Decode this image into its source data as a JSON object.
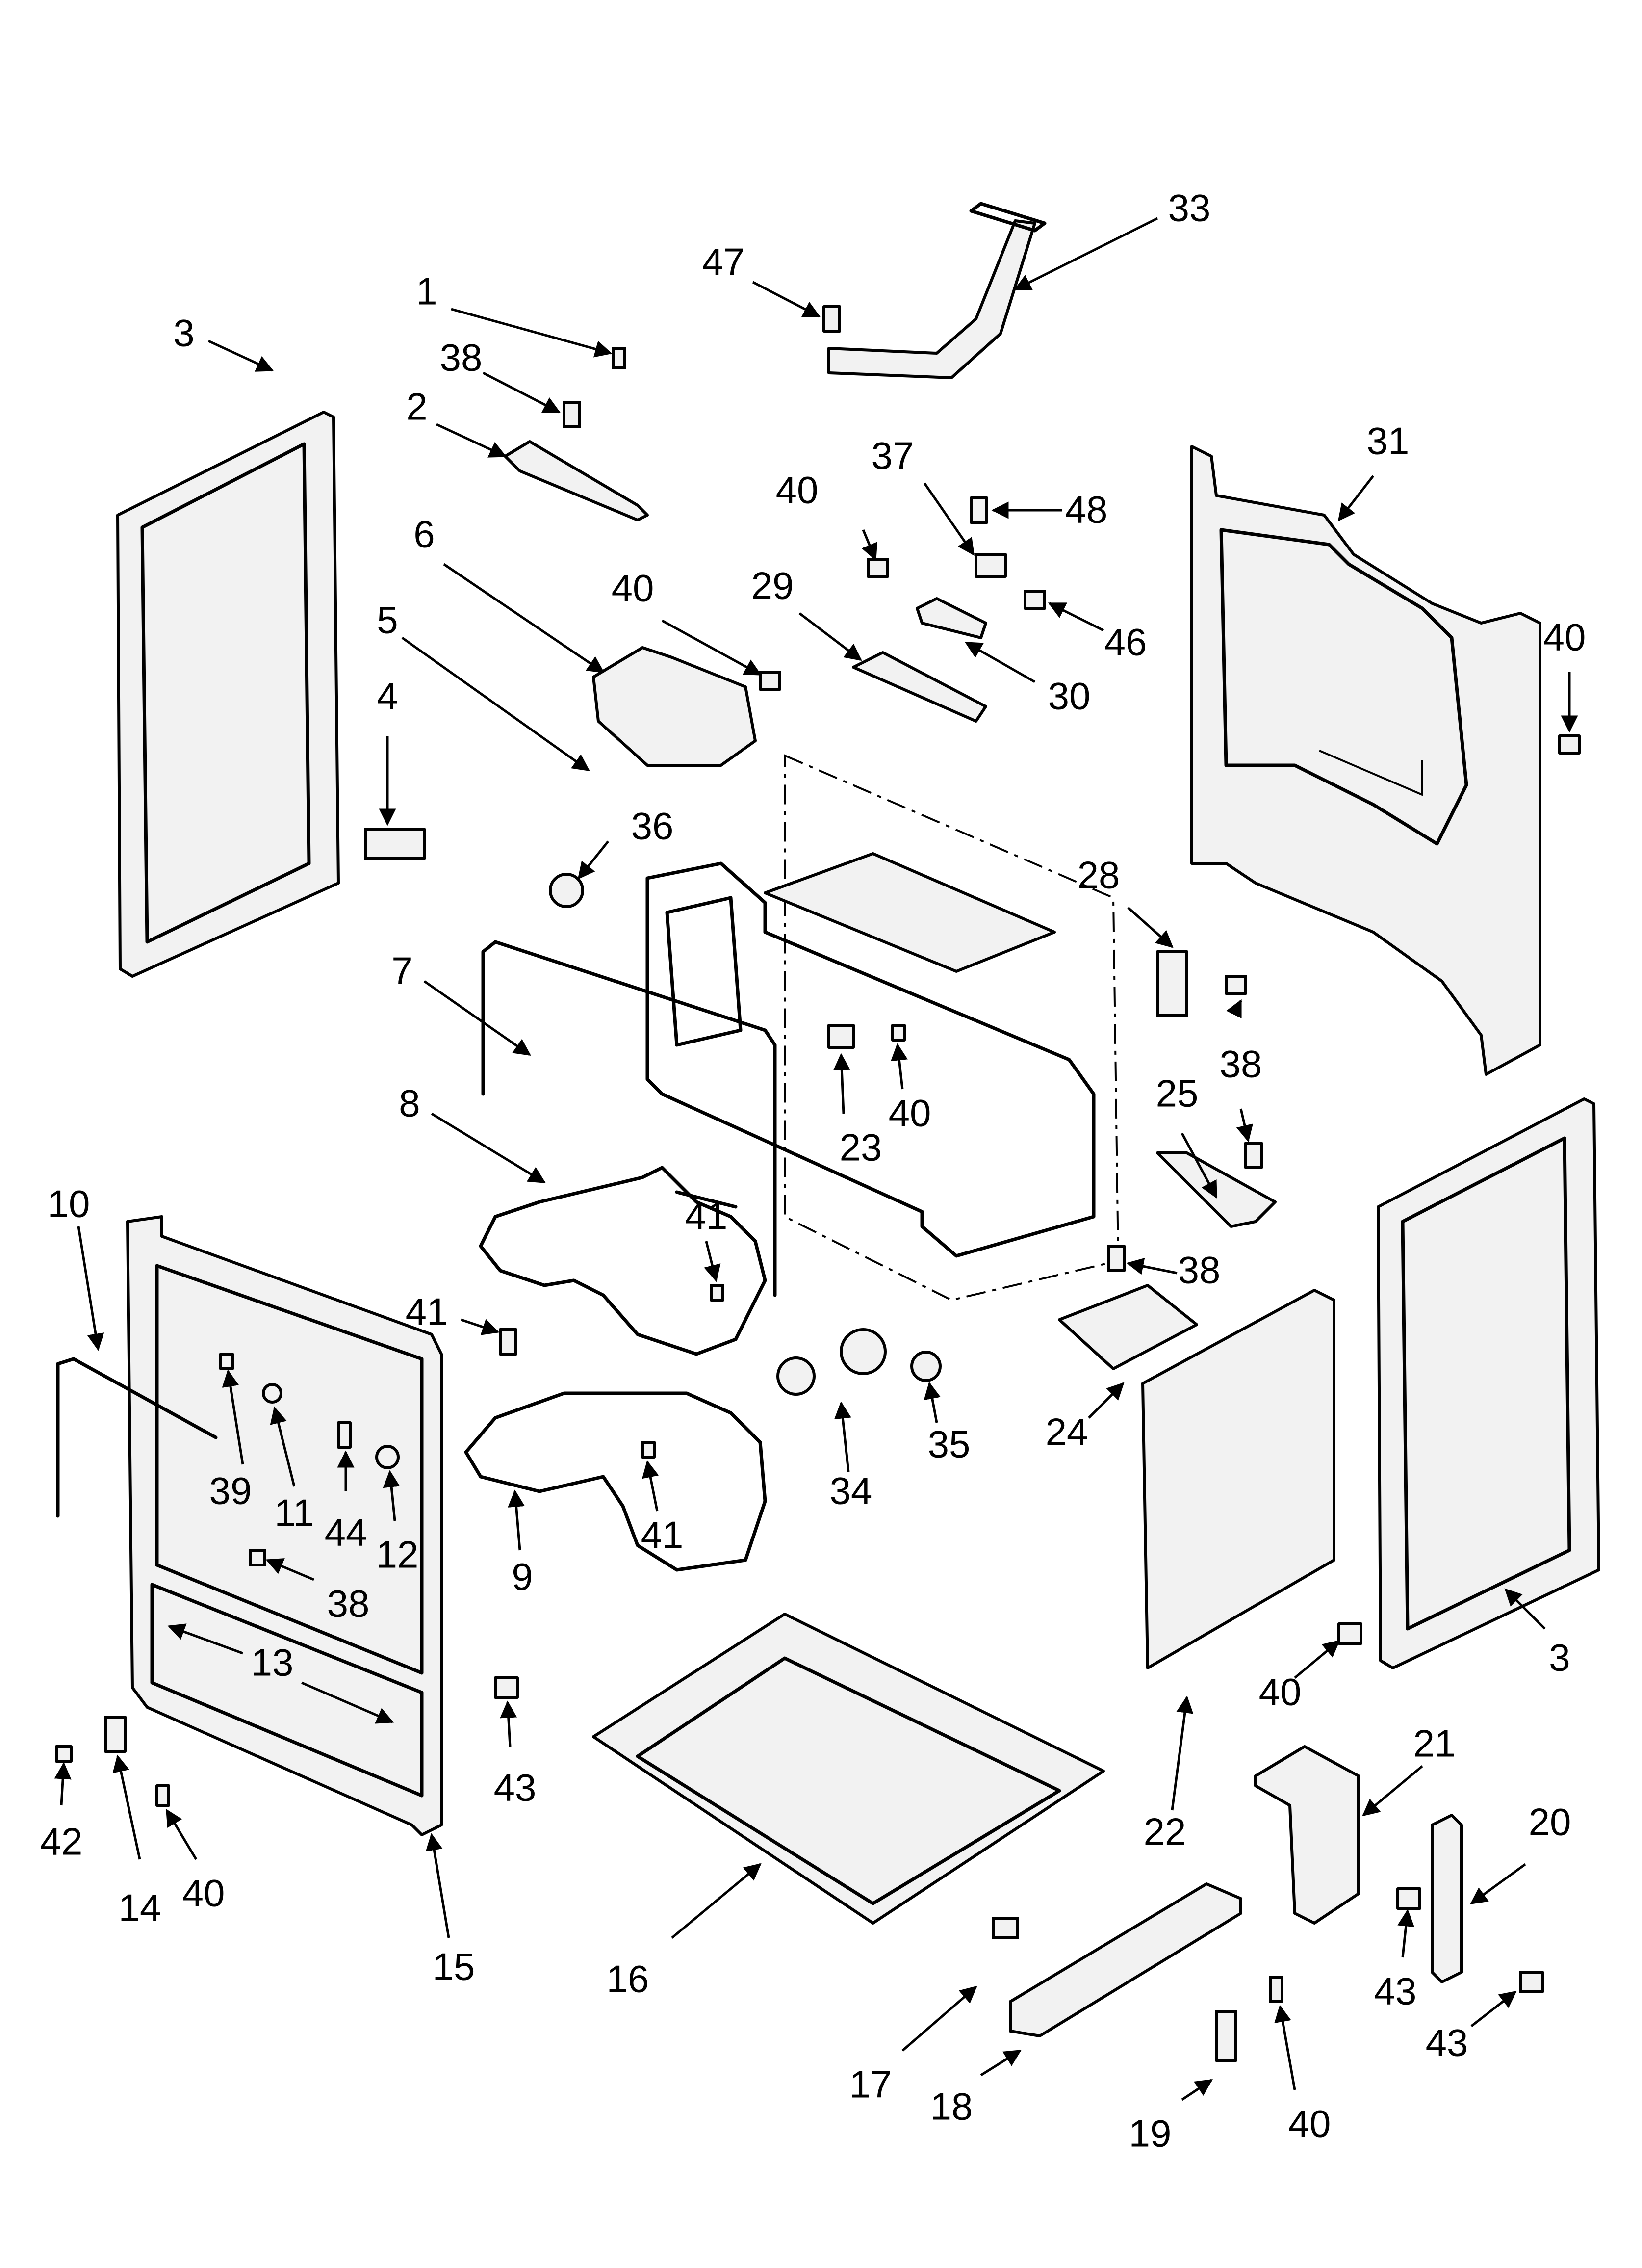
{
  "diagram": {
    "callouts": [
      {
        "id": "c1",
        "label": "1"
      },
      {
        "id": "c2",
        "label": "2"
      },
      {
        "id": "c3a",
        "label": "3"
      },
      {
        "id": "c3b",
        "label": "3"
      },
      {
        "id": "c4",
        "label": "4"
      },
      {
        "id": "c5",
        "label": "5"
      },
      {
        "id": "c6",
        "label": "6"
      },
      {
        "id": "c7",
        "label": "7"
      },
      {
        "id": "c8",
        "label": "8"
      },
      {
        "id": "c9",
        "label": "9"
      },
      {
        "id": "c10",
        "label": "10"
      },
      {
        "id": "c11",
        "label": "11"
      },
      {
        "id": "c12",
        "label": "12"
      },
      {
        "id": "c13",
        "label": "13"
      },
      {
        "id": "c14",
        "label": "14"
      },
      {
        "id": "c15",
        "label": "15"
      },
      {
        "id": "c16",
        "label": "16"
      },
      {
        "id": "c17",
        "label": "17"
      },
      {
        "id": "c18",
        "label": "18"
      },
      {
        "id": "c19",
        "label": "19"
      },
      {
        "id": "c20",
        "label": "20"
      },
      {
        "id": "c21",
        "label": "21"
      },
      {
        "id": "c22",
        "label": "22"
      },
      {
        "id": "c23",
        "label": "23"
      },
      {
        "id": "c24",
        "label": "24"
      },
      {
        "id": "c25",
        "label": "25"
      },
      {
        "id": "c28",
        "label": "28"
      },
      {
        "id": "c29",
        "label": "29"
      },
      {
        "id": "c30",
        "label": "30"
      },
      {
        "id": "c31",
        "label": "31"
      },
      {
        "id": "c33",
        "label": "33"
      },
      {
        "id": "c34",
        "label": "34"
      },
      {
        "id": "c35",
        "label": "35"
      },
      {
        "id": "c36",
        "label": "36"
      },
      {
        "id": "c37",
        "label": "37"
      },
      {
        "id": "c38a",
        "label": "38"
      },
      {
        "id": "c38b",
        "label": "38"
      },
      {
        "id": "c38c",
        "label": "38"
      },
      {
        "id": "c38d",
        "label": "38"
      },
      {
        "id": "c39",
        "label": "39"
      },
      {
        "id": "c40a",
        "label": "40"
      },
      {
        "id": "c40b",
        "label": "40"
      },
      {
        "id": "c40c",
        "label": "40"
      },
      {
        "id": "c40d",
        "label": "40"
      },
      {
        "id": "c40e",
        "label": "40"
      },
      {
        "id": "c40f",
        "label": "40"
      },
      {
        "id": "c40g",
        "label": "40"
      },
      {
        "id": "c41a",
        "label": "41"
      },
      {
        "id": "c41b",
        "label": "41"
      },
      {
        "id": "c41c",
        "label": "41"
      },
      {
        "id": "c42",
        "label": "42"
      },
      {
        "id": "c43a",
        "label": "43"
      },
      {
        "id": "c43b",
        "label": "43"
      },
      {
        "id": "c43c",
        "label": "43"
      },
      {
        "id": "c44",
        "label": "44"
      },
      {
        "id": "c46",
        "label": "46"
      },
      {
        "id": "c47",
        "label": "47"
      },
      {
        "id": "c48",
        "label": "48"
      }
    ]
  }
}
